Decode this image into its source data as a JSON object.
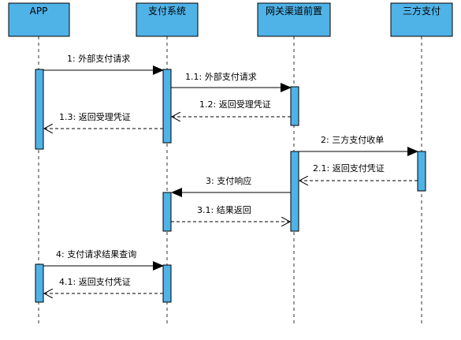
{
  "participants": [
    {
      "id": "app",
      "label": "APP"
    },
    {
      "id": "pay",
      "label": "支付系统"
    },
    {
      "id": "gw",
      "label": "网关渠道前置"
    },
    {
      "id": "tp",
      "label": "三方支付"
    }
  ],
  "messages": [
    {
      "id": "m1",
      "text": "1: 外部支付请求",
      "from": "app",
      "to": "pay",
      "kind": "sync"
    },
    {
      "id": "m11",
      "text": "1.1: 外部支付请求",
      "from": "pay",
      "to": "gw",
      "kind": "sync"
    },
    {
      "id": "m12",
      "text": "1.2: 返回受理凭证",
      "from": "gw",
      "to": "pay",
      "kind": "return"
    },
    {
      "id": "m13",
      "text": "1.3: 返回受理凭证",
      "from": "pay",
      "to": "app",
      "kind": "return"
    },
    {
      "id": "m2",
      "text": "2: 三方支付收单",
      "from": "gw",
      "to": "tp",
      "kind": "sync"
    },
    {
      "id": "m21",
      "text": "2.1: 返回支付凭证",
      "from": "tp",
      "to": "gw",
      "kind": "return"
    },
    {
      "id": "m3",
      "text": "3: 支付响应",
      "from": "gw",
      "to": "pay",
      "kind": "sync"
    },
    {
      "id": "m31",
      "text": "3.1:  结果返回",
      "from": "pay",
      "to": "gw",
      "kind": "return"
    },
    {
      "id": "m4",
      "text": "4: 支付请求结果查询",
      "from": "app",
      "to": "pay",
      "kind": "sync"
    },
    {
      "id": "m41",
      "text": "4.1: 返回支付凭证",
      "from": "pay",
      "to": "app",
      "kind": "return"
    }
  ],
  "colors": {
    "box_fill": "#4fb3e8",
    "activation_fill": "#4fb3e8",
    "stroke": "#000000",
    "lifeline": "#333333"
  }
}
